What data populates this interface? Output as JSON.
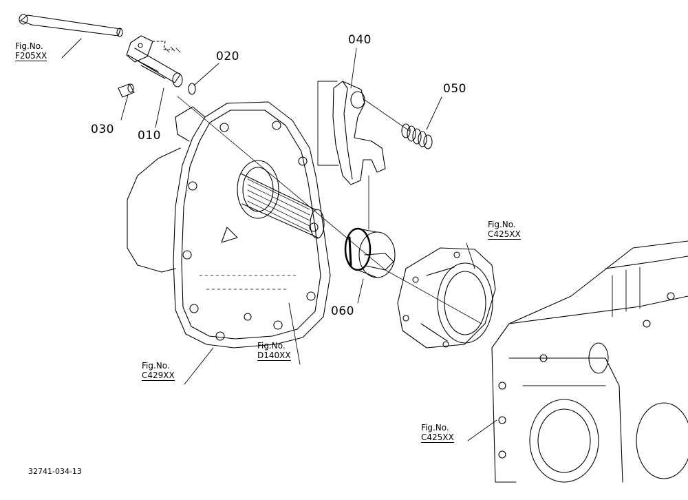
{
  "parts": {
    "p010": "010",
    "p020": "020",
    "p030": "030",
    "p040": "040",
    "p050": "050",
    "p060": "060"
  },
  "refs": {
    "r1": {
      "top": "Fig.No.",
      "bottom": "F205XX"
    },
    "r2": {
      "top": "Fig.No.",
      "bottom": "C425XX"
    },
    "r3": {
      "top": "Fig.No.",
      "bottom": "D140XX"
    },
    "r4": {
      "top": "Fig.No.",
      "bottom": "C429XX"
    },
    "r5": {
      "top": "Fig.No.",
      "bottom": "C425XX"
    }
  },
  "footer": {
    "code": "32741-034-13"
  }
}
